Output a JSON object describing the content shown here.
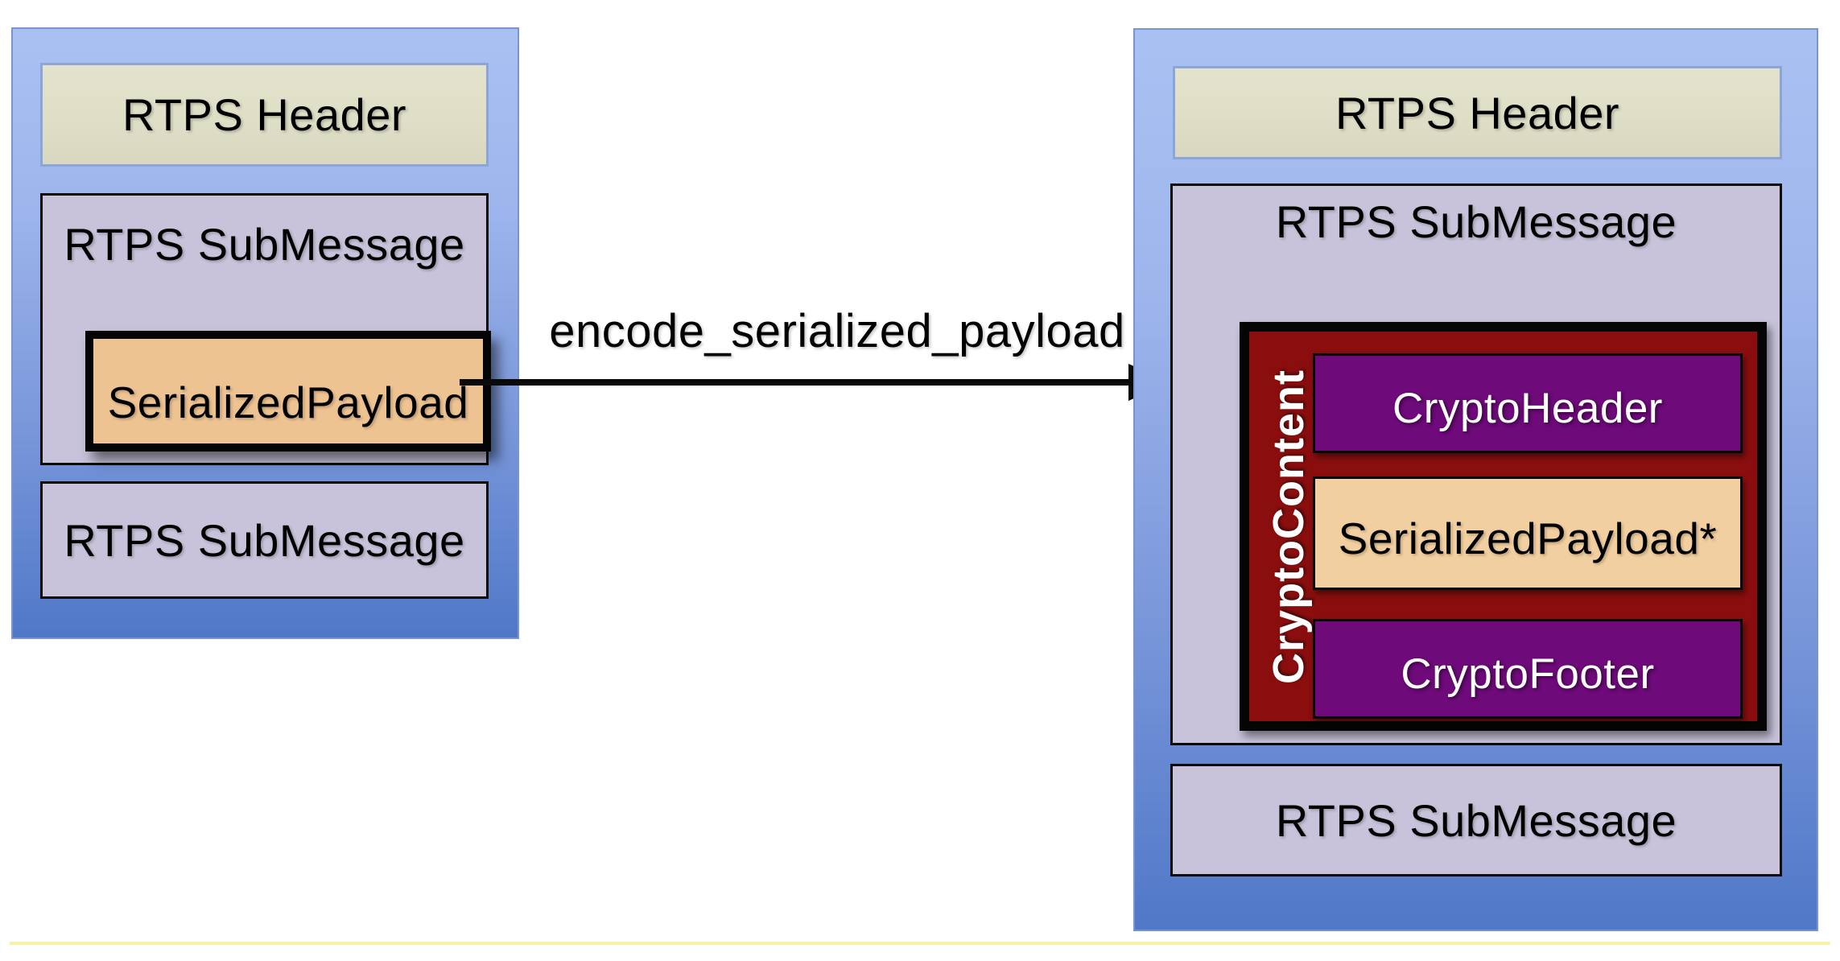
{
  "diagram": {
    "arrow_label": "encode_serialized_payload",
    "left_message": {
      "header": "RTPS Header",
      "submessage1": "RTPS SubMessage",
      "payload": "SerializedPayload",
      "submessage2": "RTPS SubMessage"
    },
    "right_message": {
      "header": "RTPS Header",
      "submessage1": "RTPS SubMessage",
      "crypto_content_label": "CryptoContent",
      "crypto_header": "CryptoHeader",
      "payload": "SerializedPayload*",
      "crypto_footer": "CryptoFooter",
      "submessage2": "RTPS SubMessage"
    },
    "colors": {
      "block_blue_top": "#a9c1f2",
      "block_blue_bottom": "#5078c8",
      "header_beige": "#dfdec6",
      "submessage_lavender": "#c8c3da",
      "payload_peach": "#eec392",
      "payload_peach_light": "#f2cfa0",
      "crypto_red": "#8b0e0e",
      "crypto_purple": "#6e0a7a",
      "accent_line_yellow": "#f6f3a6"
    }
  }
}
